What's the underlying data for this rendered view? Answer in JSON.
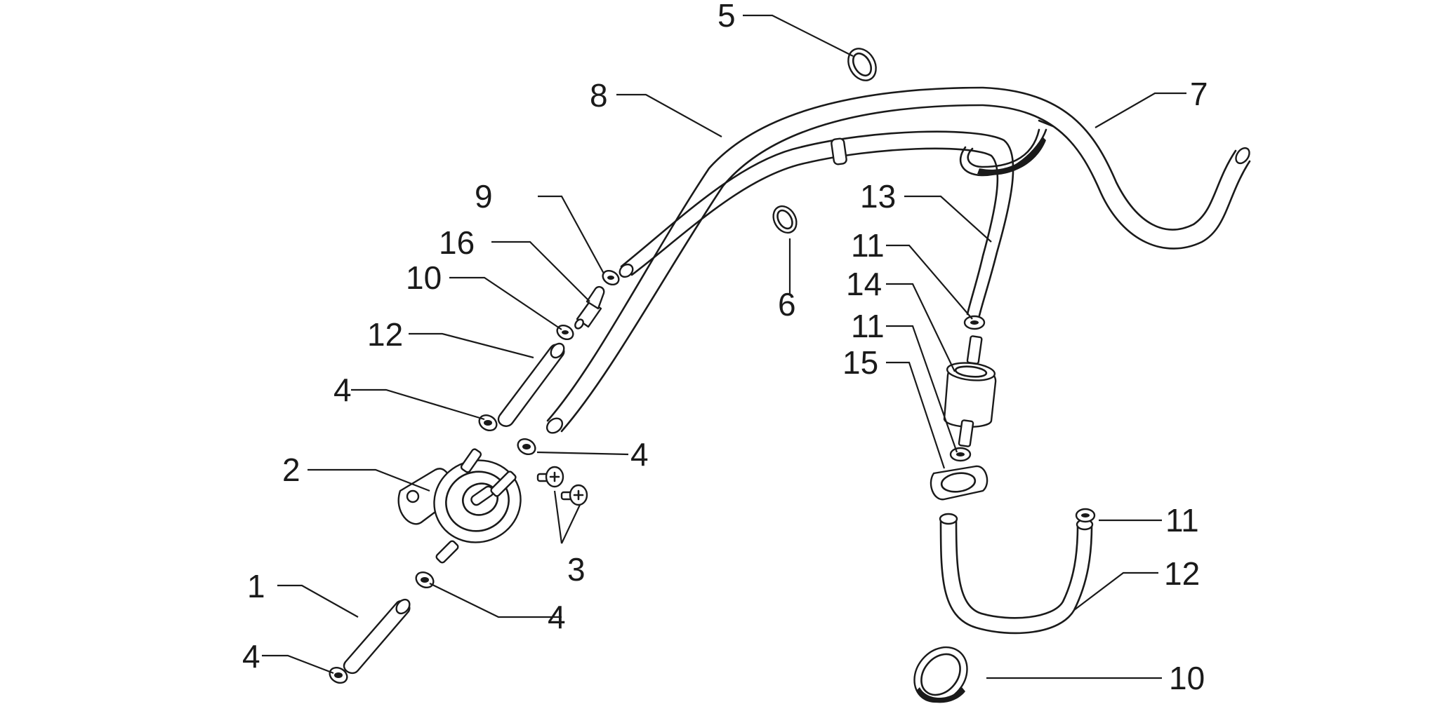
{
  "callouts": [
    {
      "id": "c1",
      "label": "1"
    },
    {
      "id": "c2",
      "label": "2"
    },
    {
      "id": "c3",
      "label": "3"
    },
    {
      "id": "c4a",
      "label": "4"
    },
    {
      "id": "c4b",
      "label": "4"
    },
    {
      "id": "c4c",
      "label": "4"
    },
    {
      "id": "c4d",
      "label": "4"
    },
    {
      "id": "c5",
      "label": "5"
    },
    {
      "id": "c6",
      "label": "6"
    },
    {
      "id": "c7",
      "label": "7"
    },
    {
      "id": "c8",
      "label": "8"
    },
    {
      "id": "c9",
      "label": "9"
    },
    {
      "id": "c10a",
      "label": "10"
    },
    {
      "id": "c10b",
      "label": "10"
    },
    {
      "id": "c11a",
      "label": "11"
    },
    {
      "id": "c11b",
      "label": "11"
    },
    {
      "id": "c11c",
      "label": "11"
    },
    {
      "id": "c12a",
      "label": "12"
    },
    {
      "id": "c12b",
      "label": "12"
    },
    {
      "id": "c13",
      "label": "13"
    },
    {
      "id": "c14",
      "label": "14"
    },
    {
      "id": "c15",
      "label": "15"
    },
    {
      "id": "c16",
      "label": "16"
    }
  ]
}
